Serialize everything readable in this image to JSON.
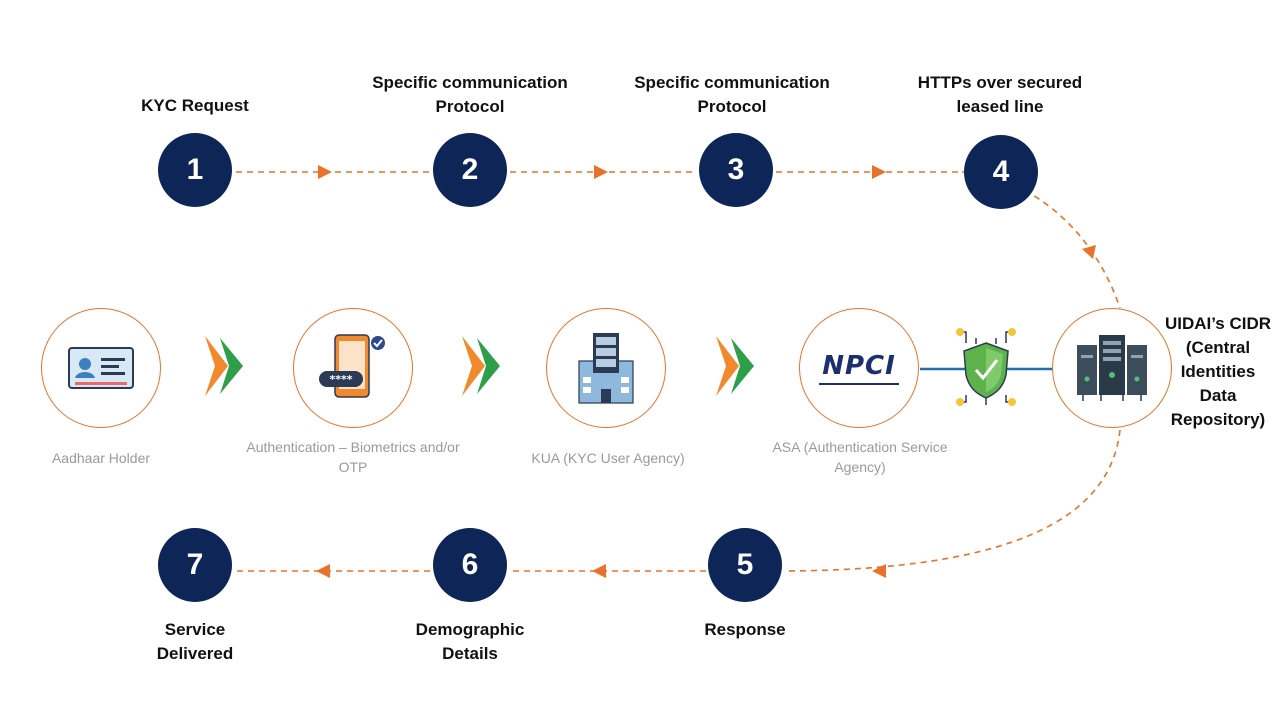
{
  "steps": [
    {
      "number": "1",
      "label": "KYC Request"
    },
    {
      "number": "2",
      "label": "Specific communication Protocol"
    },
    {
      "number": "3",
      "label": "Specific communication Protocol"
    },
    {
      "number": "4",
      "label": "HTTPs over secured leased line"
    },
    {
      "number": "5",
      "label": "Response"
    },
    {
      "number": "6",
      "label": "Demographic Details"
    },
    {
      "number": "7",
      "label": "Service Delivered"
    }
  ],
  "nodes": [
    {
      "label": "Aadhaar Holder",
      "icon": "id-card-icon"
    },
    {
      "label": "Authentication – Biometrics and/or OTP",
      "icon": "mobile-otp-icon"
    },
    {
      "label": "KUA (KYC User Agency)",
      "icon": "building-server-icon"
    },
    {
      "label": "ASA (Authentication Service Agency)",
      "icon": "npci-logo"
    },
    {
      "label": "UIDAI’s CIDR (Central Identities Data Repository)",
      "icon": "server-rack-icon"
    }
  ],
  "otp_text": "****",
  "npci_text": "NPCI",
  "colors": {
    "navy": "#0e2557",
    "orange": "#e8722a",
    "green": "#2e9e4a",
    "blue": "#1f6fb2",
    "shield": "#5db34a",
    "yellow": "#f3c73a"
  }
}
